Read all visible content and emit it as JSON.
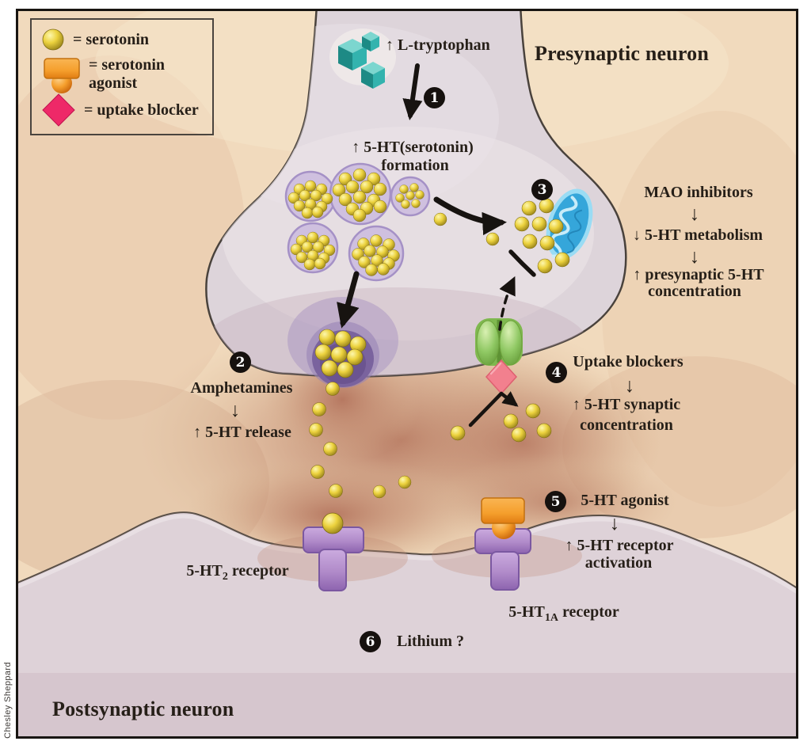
{
  "credit": "Chesley Sheppard",
  "regions": {
    "presynaptic": "Presynaptic neuron",
    "postsynaptic": "Postsynaptic neuron"
  },
  "legend": {
    "serotonin": "= serotonin",
    "agonist": "= serotonin agonist",
    "blocker": "= uptake blocker"
  },
  "tryptophan": "↑ L-tryptophan",
  "formation": {
    "line1": "↑ 5-HT(serotonin)",
    "line2": "formation"
  },
  "mao": {
    "title": "MAO inhibitors",
    "arrow1": "↓",
    "line1": "↓ 5-HT metabolism",
    "arrow2": "↓",
    "line2a": "↑ presynaptic 5-HT",
    "line2b": "concentration"
  },
  "steps": {
    "s1": {
      "num": "1"
    },
    "s2": {
      "num": "2",
      "title": "Amphetamines",
      "arrow": "↓",
      "result": "↑ 5-HT release"
    },
    "s3": {
      "num": "3"
    },
    "s4": {
      "num": "4",
      "title": "Uptake blockers",
      "arrow": "↓",
      "result1": "↑ 5-HT synaptic",
      "result2": "concentration"
    },
    "s5": {
      "num": "5",
      "title": "5-HT agonist",
      "arrow": "↓",
      "result1": "↑ 5-HT receptor",
      "result2": "activation"
    },
    "s6": {
      "num": "6",
      "label": "Lithium ?"
    }
  },
  "receptors": {
    "ht2": {
      "pre": "5-HT",
      "sub": "2",
      "post": " receptor"
    },
    "ht1a": {
      "pre": "5-HT",
      "sub": "1A",
      "post": " receptor"
    }
  },
  "colors": {
    "serotonin": "#ecd23e",
    "agonist": "#f59f2d",
    "uptake_blocker": "#ee2968",
    "channel_blocker": "#f2808e",
    "mitochondrion": "#35a6da",
    "transporter": "#8fc863",
    "receptor": "#b08ac9"
  }
}
